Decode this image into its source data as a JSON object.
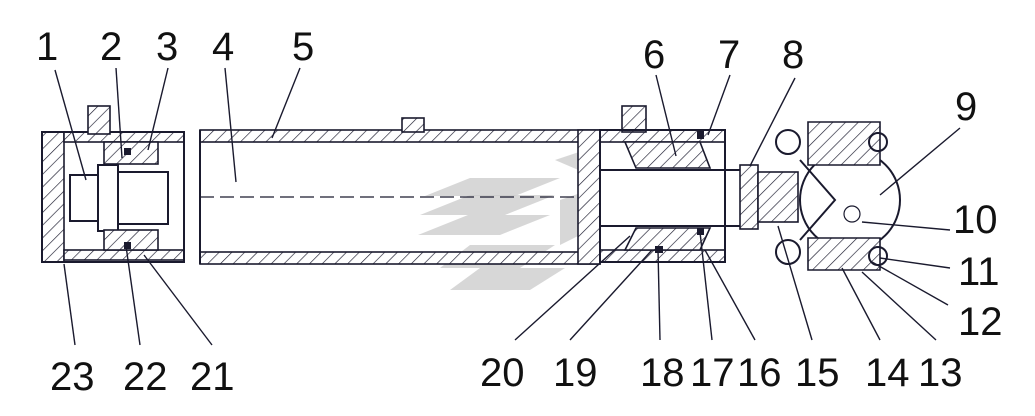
{
  "callouts": [
    {
      "id": "1",
      "text": "1"
    },
    {
      "id": "2",
      "text": "2"
    },
    {
      "id": "3",
      "text": "3"
    },
    {
      "id": "4",
      "text": "4"
    },
    {
      "id": "5",
      "text": "5"
    },
    {
      "id": "6",
      "text": "6"
    },
    {
      "id": "7",
      "text": "7"
    },
    {
      "id": "8",
      "text": "8"
    },
    {
      "id": "9",
      "text": "9"
    },
    {
      "id": "10",
      "text": "10"
    },
    {
      "id": "11",
      "text": "11"
    },
    {
      "id": "12",
      "text": "12"
    },
    {
      "id": "13",
      "text": "13"
    },
    {
      "id": "14",
      "text": "14"
    },
    {
      "id": "15",
      "text": "15"
    },
    {
      "id": "16",
      "text": "16"
    },
    {
      "id": "17",
      "text": "17"
    },
    {
      "id": "18",
      "text": "18"
    },
    {
      "id": "19",
      "text": "19"
    },
    {
      "id": "20",
      "text": "20"
    },
    {
      "id": "21",
      "text": "21"
    },
    {
      "id": "22",
      "text": "22"
    },
    {
      "id": "23",
      "text": "23"
    }
  ],
  "colors": {
    "line": "#1a1a2e",
    "watermark": "#c9c9c9",
    "background": "#ffffff"
  }
}
